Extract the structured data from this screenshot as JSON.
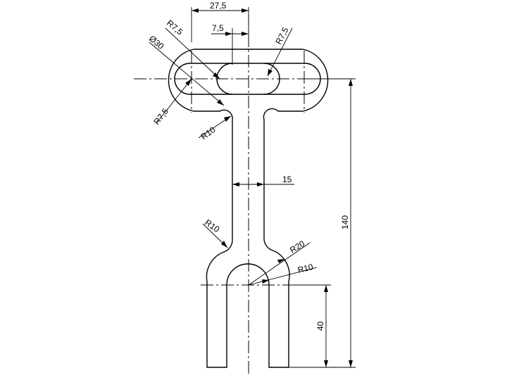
{
  "dimensions": {
    "width_outer": "27,5",
    "width_slot": "7,5",
    "radius_top_left": "R7,5",
    "radius_top_right": "R7,5",
    "diameter_end": "Ø30",
    "radius_left_lower": "R7,5",
    "radius_neck_top": "R10",
    "stem_width": "15",
    "radius_neck_bottom": "R10",
    "radius_fork_outer": "R20",
    "radius_fork_inner": "R10",
    "height_total": "140",
    "height_fork": "40"
  }
}
